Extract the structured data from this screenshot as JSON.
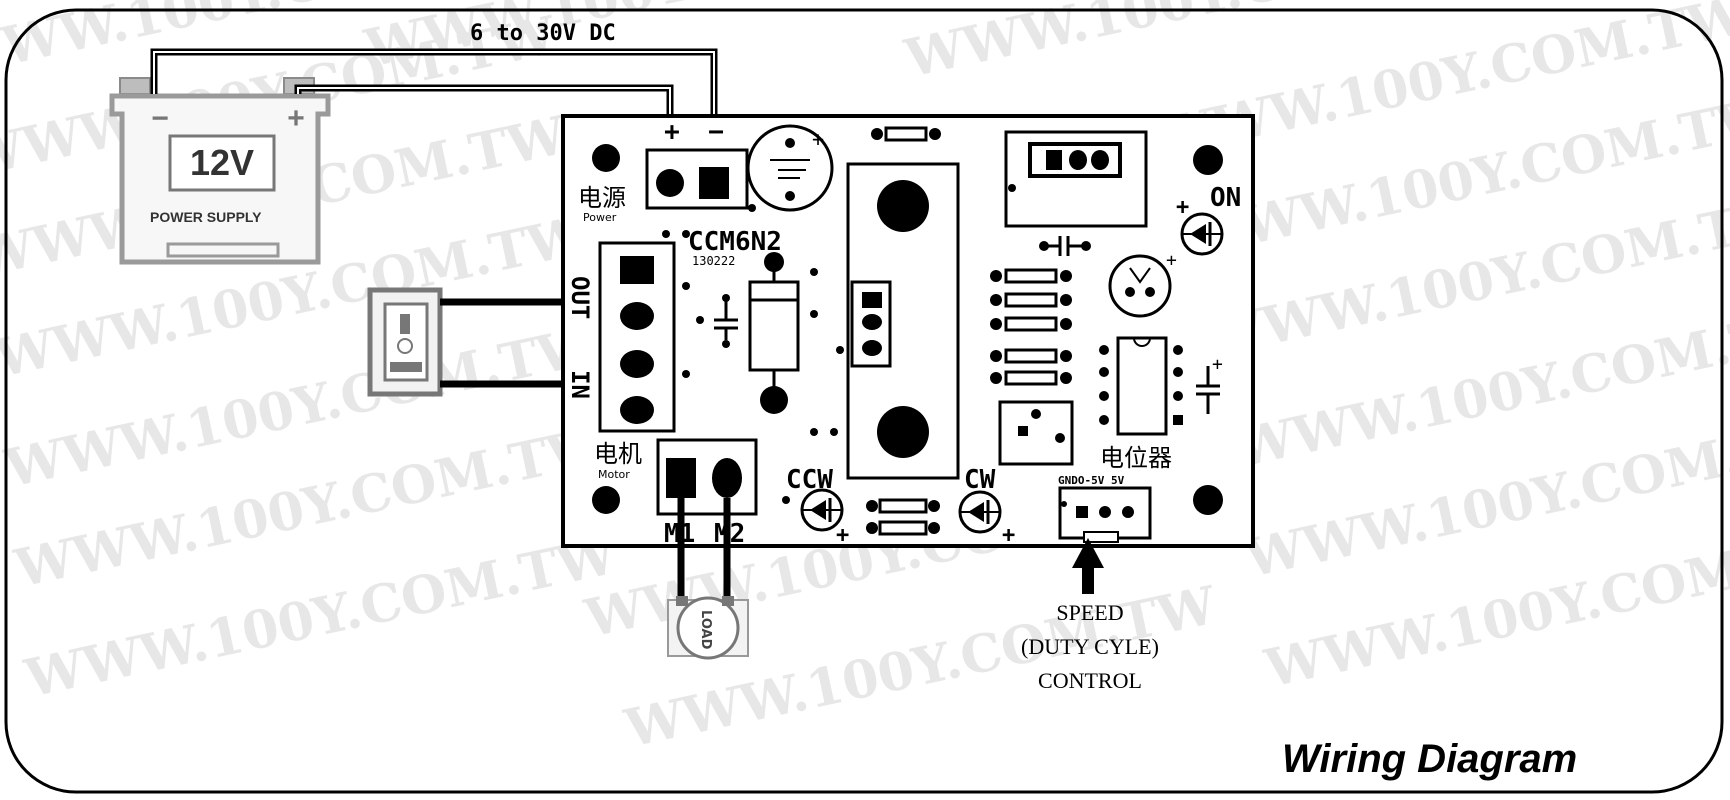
{
  "watermark": "WWW.100Y.COM.TW",
  "battery": {
    "voltage": "12V",
    "label": "POWER SUPPLY",
    "minus": "−",
    "plus": "+"
  },
  "supply_note": "6 to 30V DC",
  "board": {
    "model": "CCM6N2",
    "date_code": "130222",
    "power_label_cn": "电源",
    "power_label_en": "Power",
    "power_plus": "+",
    "power_minus": "−",
    "switch_out": "OUT",
    "switch_in": "IN",
    "motor_label_cn": "电机",
    "motor_label_en": "Motor",
    "m1": "M1",
    "m2": "M2",
    "ccw": "CCW",
    "cw": "CW",
    "on": "ON",
    "led_plus": "+",
    "pot_label_cn": "电位器",
    "pot_pins": "GNDO-5V 5V"
  },
  "load": "LOAD",
  "speed_note": [
    "SPEED",
    "(DUTY CYLE)",
    "CONTROL"
  ],
  "title": "Wiring Diagram",
  "colors": {
    "ink": "#000000",
    "watermark": "#e7e7e7",
    "battery_gray": "#9a9a9a"
  }
}
